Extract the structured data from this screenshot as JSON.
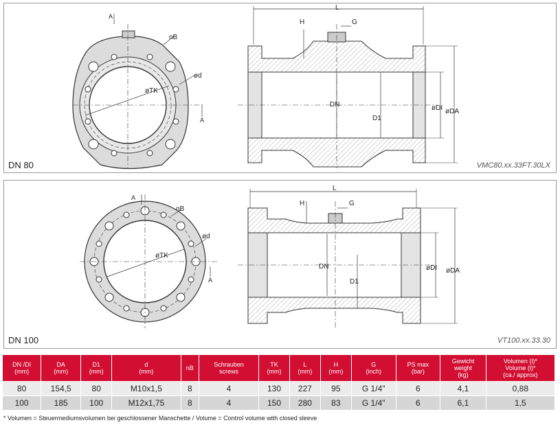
{
  "panels": [
    {
      "dn_label": "DN 80",
      "model": "VMC80.xx.33FT.30LX",
      "front_labels": {
        "a_top": "A",
        "nb": "nB",
        "od": "ød",
        "otk": "øTK",
        "a_side": "A"
      },
      "section_labels": {
        "l": "L",
        "h": "H",
        "g": "G",
        "dn": "DN",
        "d1": "D1",
        "odi": "øDI",
        "oda": "øDA"
      }
    },
    {
      "dn_label": "DN 100",
      "model": "VT100.xx.33.30",
      "front_labels": {
        "a_top": "A",
        "nb": "nB",
        "od": "ød",
        "otk": "øTK",
        "a_side": "A"
      },
      "section_labels": {
        "l": "L",
        "h": "H",
        "g": "G",
        "dn": "DN",
        "d1": "D1",
        "odi": "øDI",
        "oda": "øDA"
      }
    }
  ],
  "table": {
    "headers": [
      [
        "DN /DI",
        "(mm)"
      ],
      [
        "DA",
        "(mm)"
      ],
      [
        "D1",
        "(mm)"
      ],
      [
        "d",
        "(mm)"
      ],
      [
        "nB"
      ],
      [
        "Schrauben",
        "screws"
      ],
      [
        "TK",
        "(mm)"
      ],
      [
        "L",
        "(mm)"
      ],
      [
        "H",
        "(mm)"
      ],
      [
        "G",
        "(inch)"
      ],
      [
        "PS max",
        "(bar)"
      ],
      [
        "Gewicht",
        "weight",
        "(kg)"
      ],
      [
        "Volumen (l)*",
        "Volume (l)*",
        "(ca./ approx)"
      ]
    ],
    "rows": [
      [
        "80",
        "154,5",
        "80",
        "M10x1,5",
        "8",
        "4",
        "130",
        "227",
        "95",
        "G 1/4\"",
        "6",
        "4,1",
        "0,88"
      ],
      [
        "100",
        "185",
        "100",
        "M12x1,75",
        "8",
        "4",
        "150",
        "280",
        "83",
        "G 1/4\"",
        "6",
        "6,1",
        "1,5"
      ]
    ]
  },
  "footnote": "* Volumen = Steuermediumsvolumen bei geschlossener Manschette / Volume = Control volume with closed sleeve",
  "colors": {
    "header_red": "#d20f33",
    "row_light": "#ececec",
    "row_dark": "#d6d6d6",
    "line": "#333333",
    "fill": "#d9d9d9"
  }
}
